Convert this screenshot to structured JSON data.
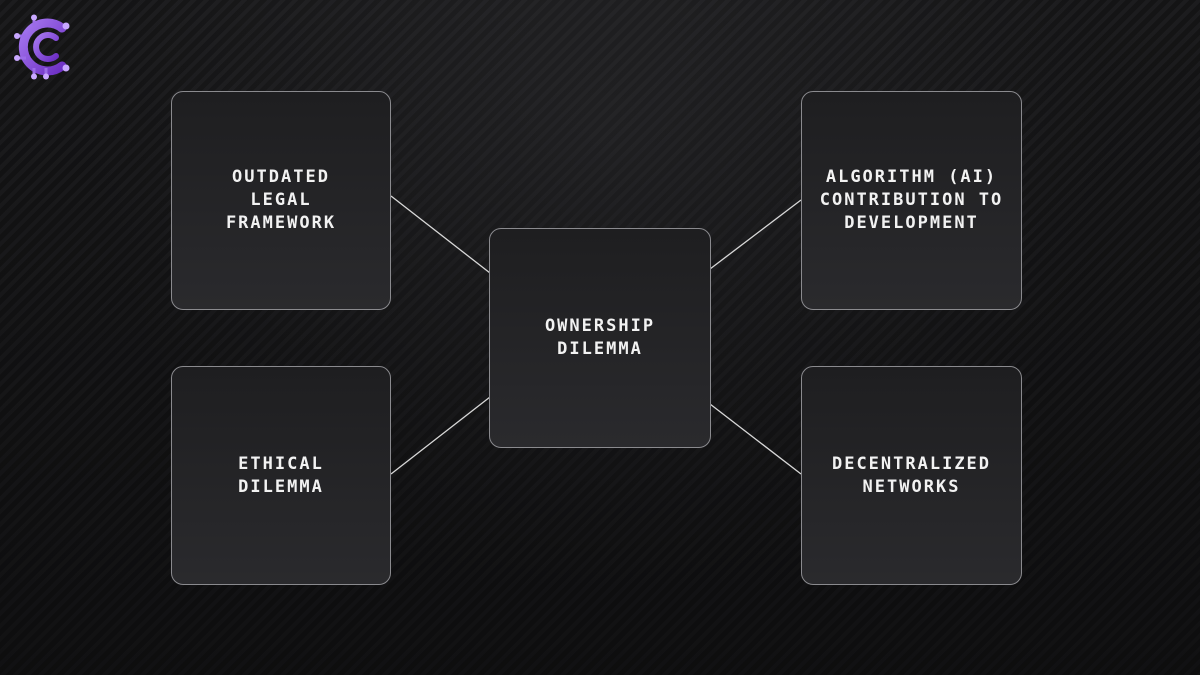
{
  "brand": {
    "logo_icon": "circuit-c-logo",
    "accent_color": "#8b4fd8"
  },
  "diagram": {
    "center": {
      "label": "OWNERSHIP\nDILEMMA"
    },
    "nodes": [
      {
        "id": "outdated",
        "label": "OUTDATED\nLEGAL\nFRAMEWORK"
      },
      {
        "id": "ethical",
        "label": "ETHICAL\nDILEMMA"
      },
      {
        "id": "algo",
        "label": "ALGORITHM (AI)\nCONTRIBUTION TO\nDEVELOPMENT"
      },
      {
        "id": "decentral",
        "label": "DECENTRALIZED\nNETWORKS"
      }
    ],
    "connector_color": "#d8d8d8"
  }
}
